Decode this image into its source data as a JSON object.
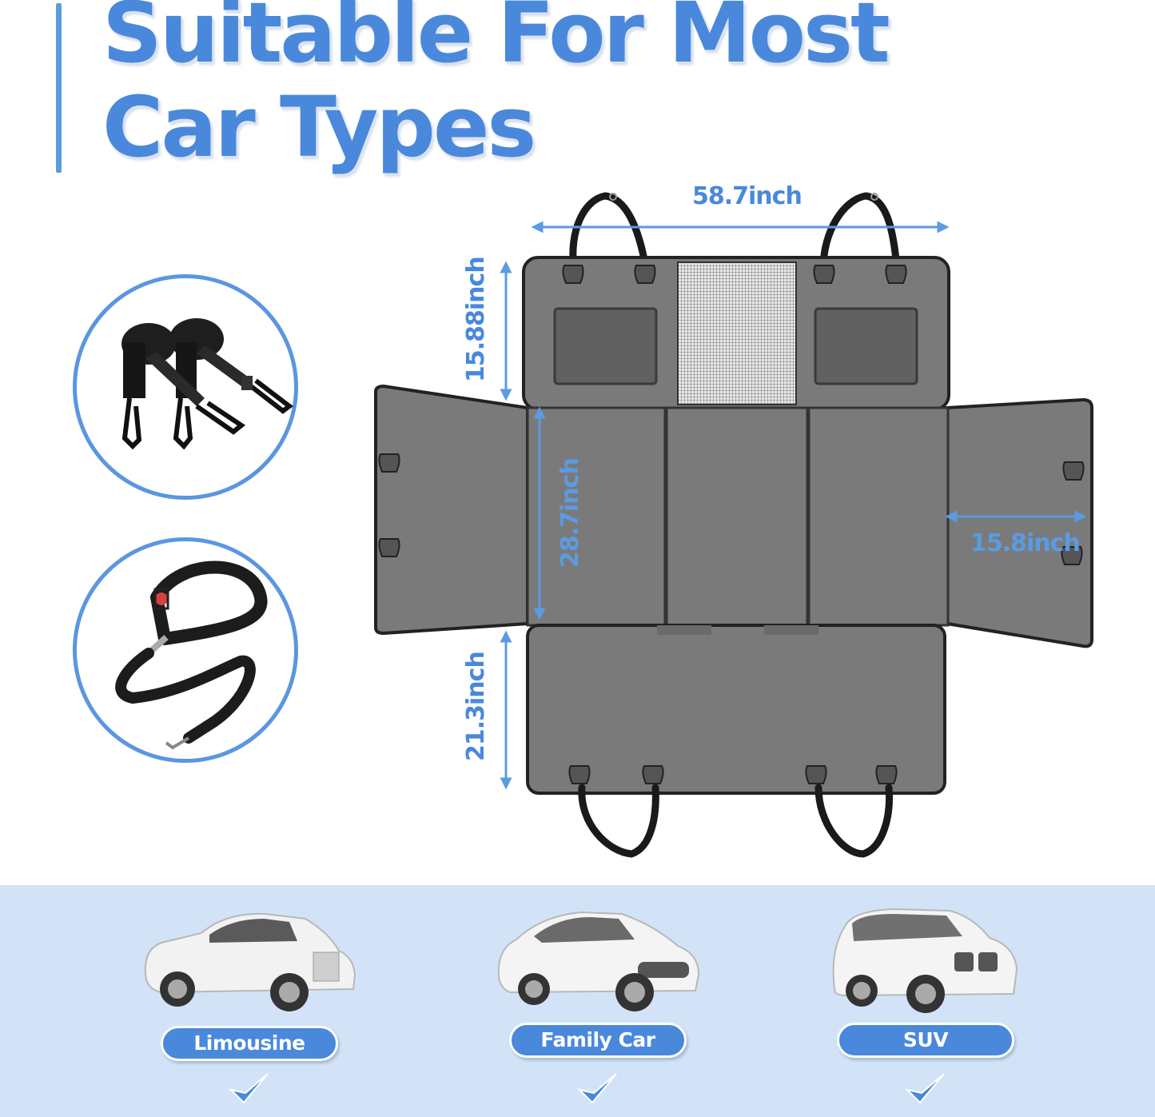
{
  "header": {
    "title_line1": "Suitable For Most",
    "title_line2": "Car Types"
  },
  "colors": {
    "accent_blue": "#4a88dc",
    "circle_border": "#5b96e0",
    "mat_gray": "#7a7a7a",
    "band_bg": "#d2e3f8"
  },
  "accessories": [
    {
      "name": "Headrest straps with hooks",
      "icon": "strap-hooks-icon"
    },
    {
      "name": "Dog seat belt leash",
      "icon": "leash-icon"
    }
  ],
  "dimensions": {
    "width": "58.7inch",
    "top_height": "15.88inch",
    "seat_depth": "28.7inch",
    "side_flap": "15.8inch",
    "bottom_height": "21.3inch"
  },
  "car_types": [
    {
      "label": "Limousine",
      "icon": "limousine-car-icon",
      "supported": true
    },
    {
      "label": "Family Car",
      "icon": "family-car-icon",
      "supported": true
    },
    {
      "label": "SUV",
      "icon": "suv-car-icon",
      "supported": true
    }
  ]
}
